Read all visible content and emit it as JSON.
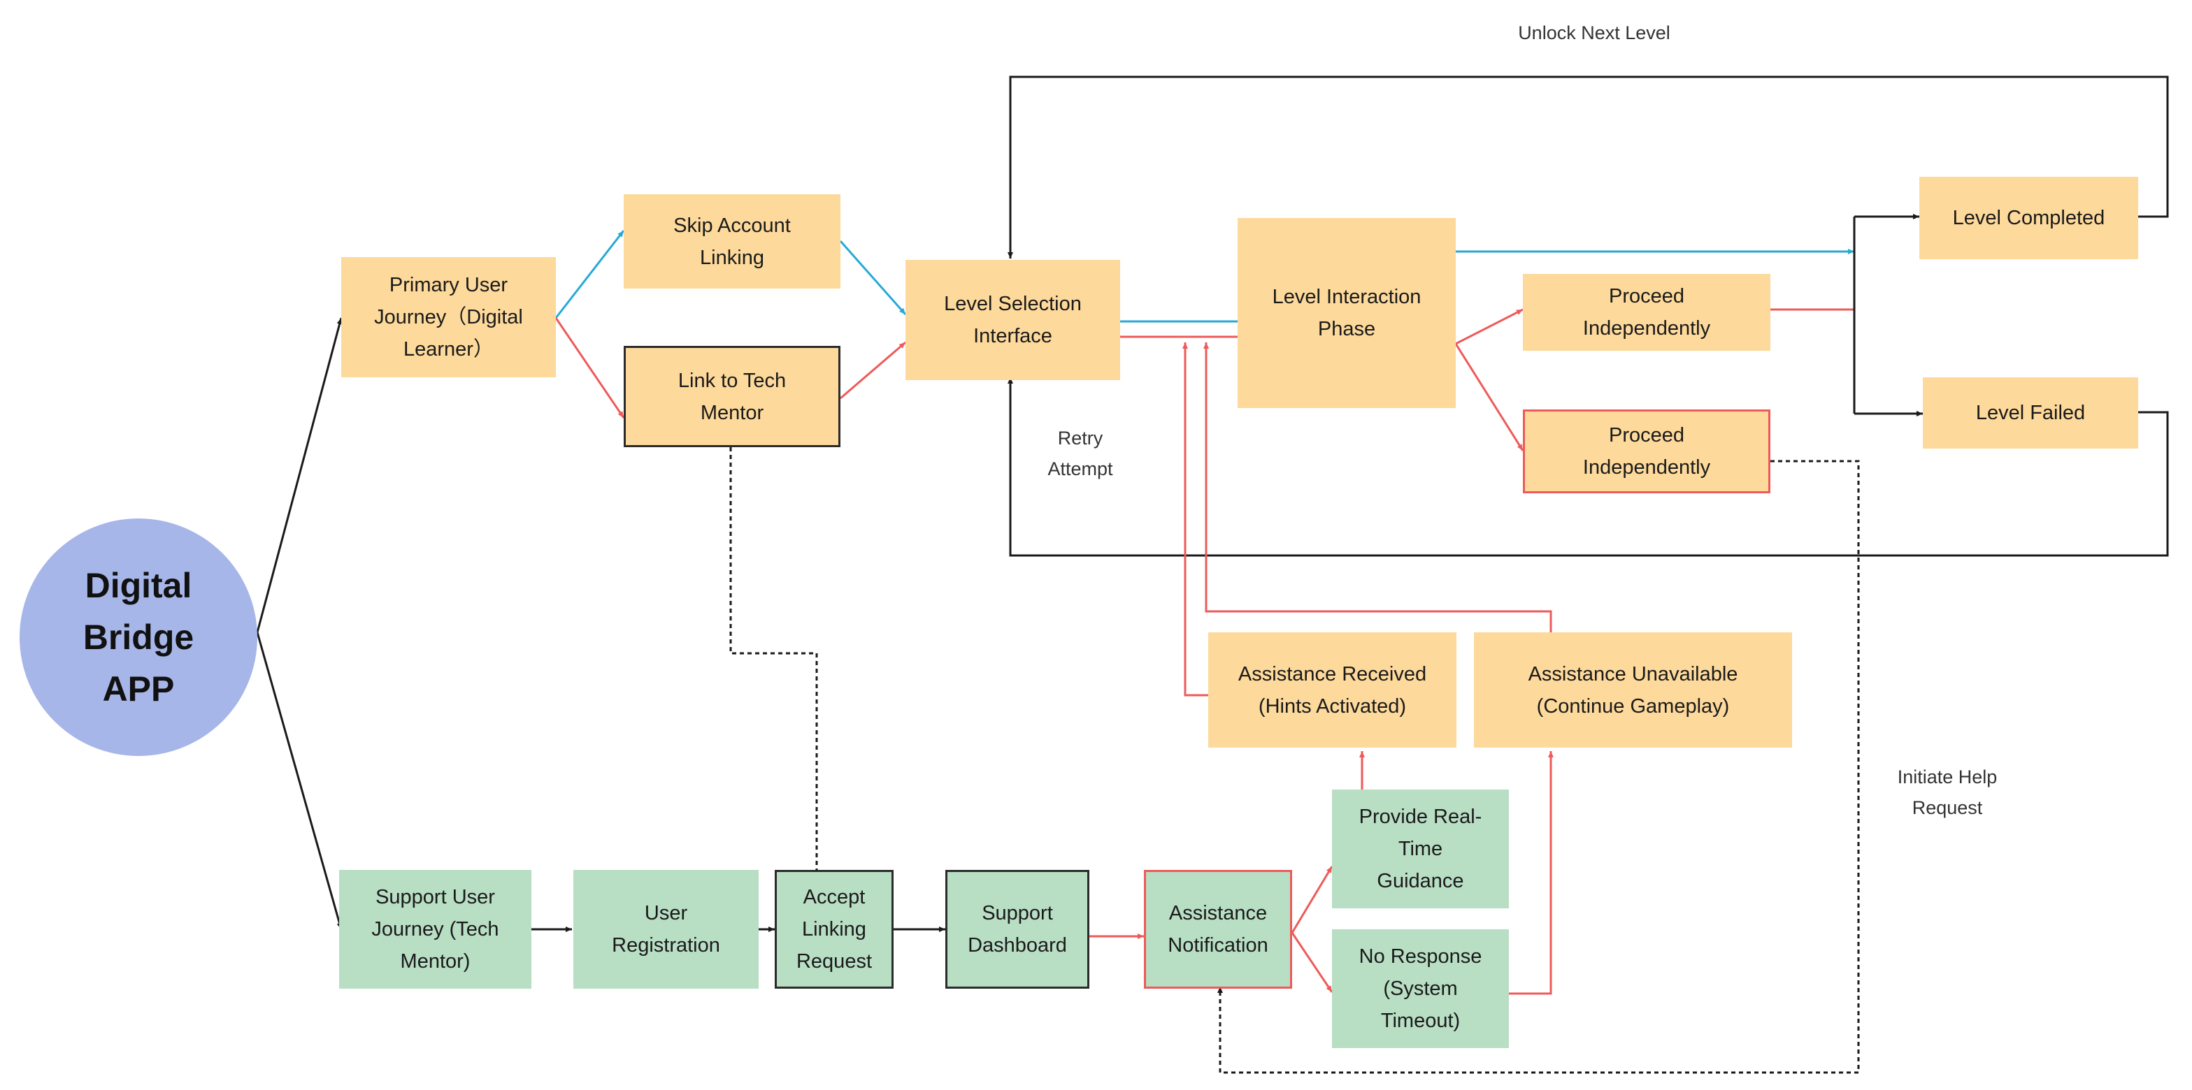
{
  "diagram": {
    "nodes": {
      "app": "Digital\nBridge\nAPP",
      "primary": "Primary User\nJourney（Digital\nLearner）",
      "skip_linking": "Skip Account\nLinking",
      "link_mentor": "Link to Tech\nMentor",
      "level_select": "Level Selection\nInterface",
      "interaction": "Level Interaction\nPhase",
      "proceed_1": "Proceed\nIndependently",
      "proceed_2": "Proceed\nIndependently",
      "completed": "Level Completed",
      "failed": "Level Failed",
      "assist_received": "Assistance Received\n(Hints Activated)",
      "assist_unavailable": "Assistance Unavailable\n(Continue Gameplay)",
      "support": "Support User\nJourney (Tech\nMentor)",
      "registration": "User\nRegistration",
      "accept": "Accept\nLinking\nRequest",
      "dashboard": "Support\nDashboard",
      "notification": "Assistance\nNotification",
      "guidance": "Provide Real-\nTime\nGuidance",
      "no_response": "No Response\n(System\nTimeout)"
    },
    "labels": {
      "unlock": "Unlock Next Level",
      "retry": "Retry\nAttempt",
      "help": "Initiate Help\nRequest"
    },
    "colors": {
      "primary_fill": "#fdd99b",
      "support_fill": "#b8dec4",
      "app_fill": "#a7b6e8",
      "blue_edge": "#27a9d6",
      "red_edge": "#ee5a5a",
      "black_edge": "#1a1a1a"
    }
  }
}
